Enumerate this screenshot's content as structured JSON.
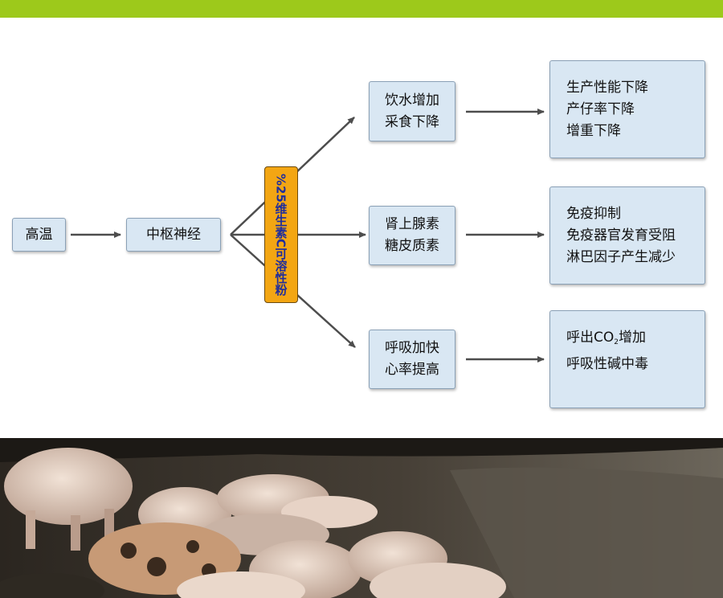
{
  "colors": {
    "top_bar": "#9dc91b",
    "box_fill": "#d9e7f3",
    "highlight_fill": "#f3a613",
    "highlight_text": "#1f2d9c",
    "arrow": "#4d4d4d"
  },
  "diagram": {
    "start": "高温",
    "nerve": "中枢神经",
    "product": "%25维生素C可溶性粉",
    "branches": [
      {
        "cause": [
          "饮水增加",
          "采食下降"
        ],
        "effects": [
          "生产性能下降",
          "产仔率下降",
          "增重下降"
        ]
      },
      {
        "cause": [
          "肾上腺素",
          "糖皮质素"
        ],
        "effects": [
          "免疫抑制",
          "免疫器官发育受阻",
          "淋巴因子产生减少"
        ]
      },
      {
        "cause": [
          "呼吸加快",
          "心率提高"
        ],
        "effects": [
          "呼出CO",
          "增加",
          "呼吸性碱中毒"
        ]
      }
    ],
    "co2_subscript": "2"
  }
}
